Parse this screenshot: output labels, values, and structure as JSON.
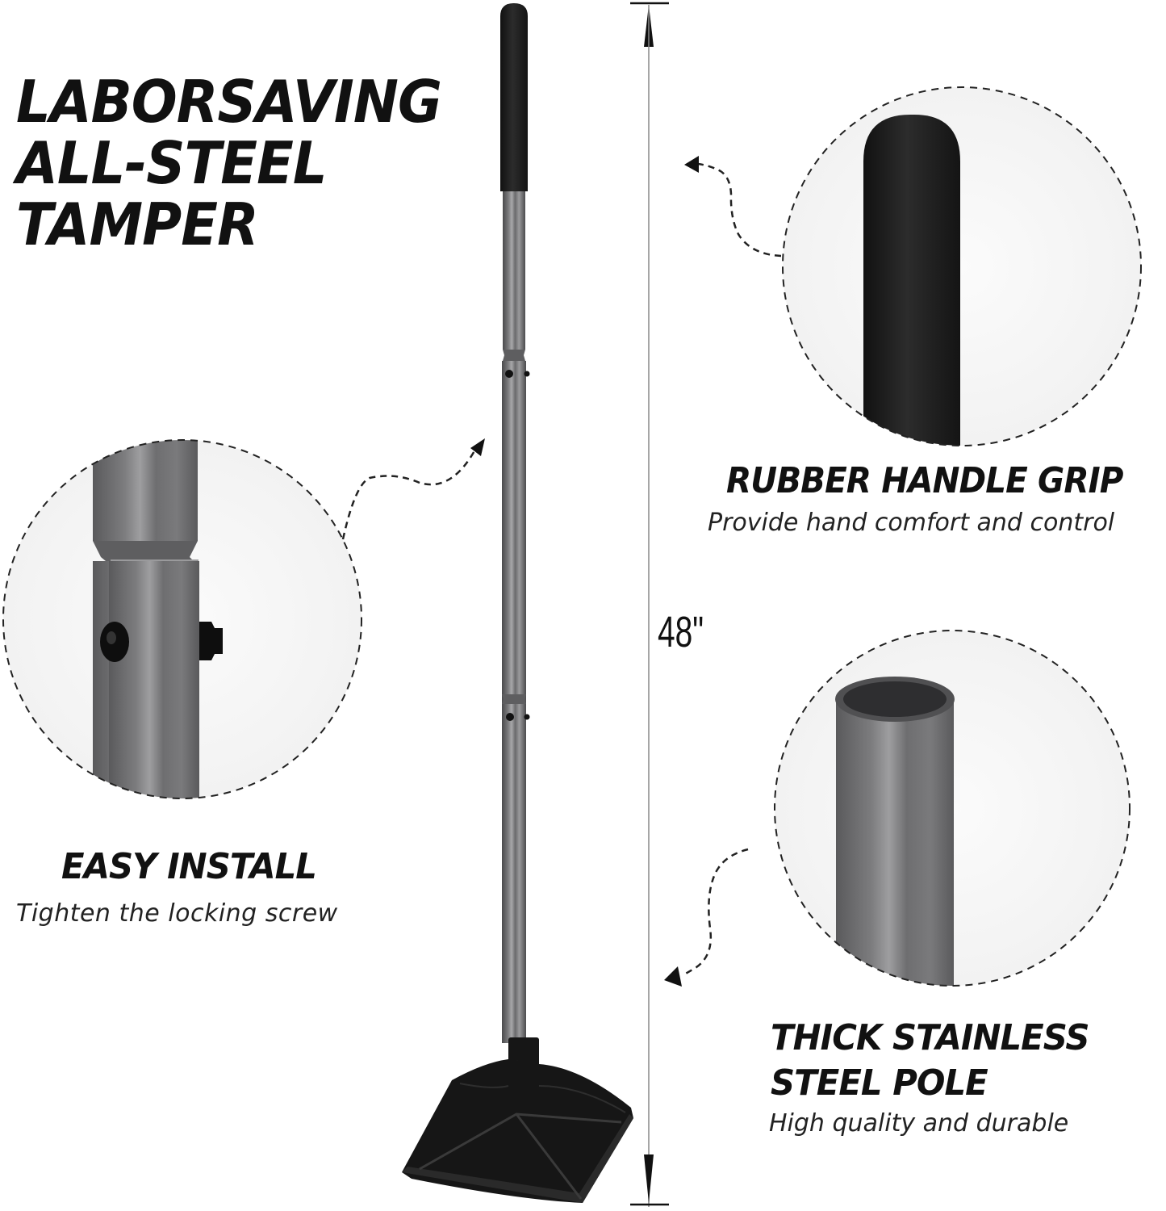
{
  "title": {
    "lines": [
      "LABORSAVING",
      "ALL-STEEL",
      "TAMPER"
    ]
  },
  "dimension": {
    "label": "48\"",
    "icon": "height-dimension-arrow"
  },
  "features": [
    {
      "heading": "RUBBER HANDLE GRIP",
      "subtext": "Provide hand comfort and control",
      "icon": "rubber-grip-closeup"
    },
    {
      "heading": "EASY INSTALL",
      "subtext": "Tighten the locking screw",
      "icon": "locking-screw-closeup"
    },
    {
      "heading_lines": [
        "THICK STAINLESS",
        "STEEL POLE"
      ],
      "subtext": "High quality and durable",
      "icon": "steel-pole-closeup"
    }
  ],
  "colors": {
    "background": "#ffffff",
    "text": "#111111",
    "pole_gray": "#6e6e70",
    "grip_black": "#1c1c1c",
    "base_black": "#141414",
    "circle_fill": "#f7f7f7"
  }
}
